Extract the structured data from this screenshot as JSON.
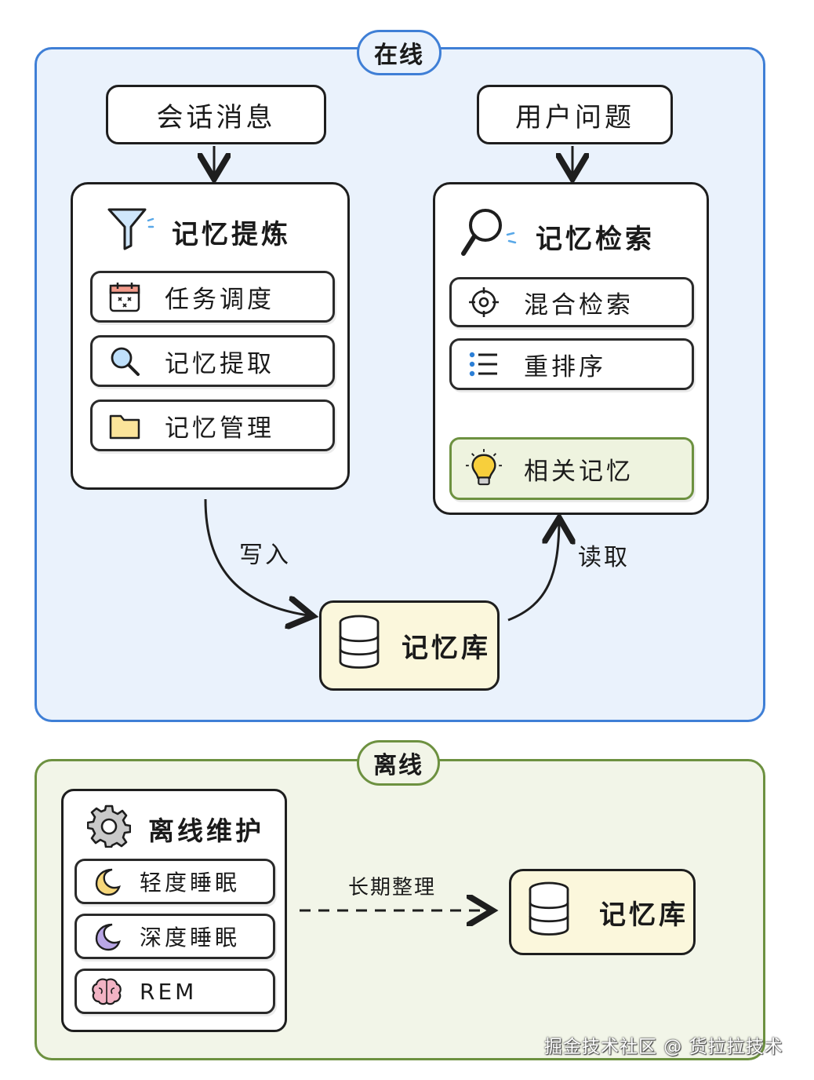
{
  "online": {
    "tag": "在线",
    "session_messages": "会话消息",
    "user_question": "用户问题",
    "refine_panel": {
      "title": "记忆提炼",
      "items": [
        "任务调度",
        "记忆提取",
        "记忆管理"
      ]
    },
    "retrieve_panel": {
      "title": "记忆检索",
      "items": [
        "混合检索",
        "重排序"
      ],
      "result": "相关记忆"
    },
    "write_label": "写入",
    "read_label": "读取",
    "memory_store": "记忆库"
  },
  "offline": {
    "tag": "离线",
    "maintenance_panel": {
      "title": "离线维护",
      "items": [
        "轻度睡眠",
        "深度睡眠",
        "REM"
      ]
    },
    "arrow_label": "长期整理",
    "memory_store": "记忆库"
  },
  "watermark": "掘金技术社区 @ 货拉拉技术",
  "colors": {
    "online_border": "#3f7fd6",
    "online_fill": "#eaf2fc",
    "offline_border": "#6d9140",
    "offline_fill": "#f2f5e8",
    "db_fill": "#fbf7dc",
    "result_fill": "#eef3df"
  },
  "icons": {
    "refine": "funnel-icon",
    "retrieve": "magnifier-icon",
    "schedule": "calendar-icon",
    "extract": "search-icon",
    "manage": "folder-icon",
    "hybrid": "crosshair-icon",
    "rerank": "list-icon",
    "result": "lightbulb-icon",
    "store": "database-icon",
    "maintenance": "gear-icon",
    "light_sleep": "moon-icon",
    "deep_sleep": "moon-icon",
    "rem": "brain-icon"
  }
}
